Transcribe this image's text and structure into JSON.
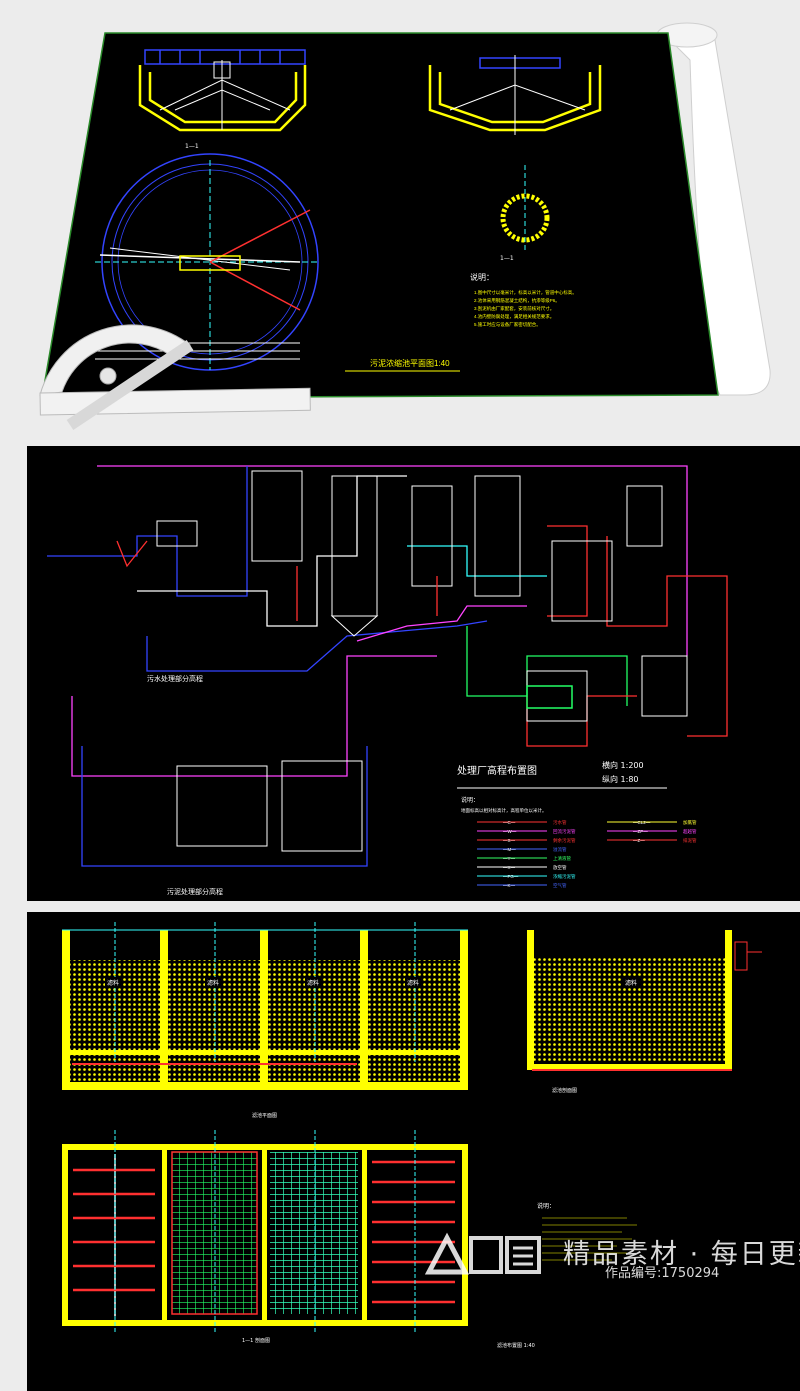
{
  "top_sheet": {
    "title": "污泥浓缩池平面图1:40",
    "section_label_a": "1—1",
    "section_label_b": "1—1",
    "notes_heading": "说明：",
    "notes": [
      "1.图中尺寸以毫米计，标高以米计，管道中心标高。",
      "2.池体采用钢筋混凝土结构，抗渗等级P6。",
      "3.刮泥机由厂家配套，安装前核对尺寸。",
      "4.池内壁防腐处理，满足相关规范要求。",
      "5.施工时应与设备厂家密切配合。"
    ]
  },
  "middle_sheet": {
    "title": "处理厂高程布置图",
    "scale_h": "横向 1:200",
    "scale_v": "纵向 1:80",
    "sub_title_a": "污水处理部分高程",
    "sub_title_b": "污泥处理部分高程",
    "legend_heading": "说明：",
    "legend_note": "地面标高以相对标高计，高程单位以米计。",
    "legend": [
      {
        "code": "—C—",
        "name": "污水管",
        "color": "#ff3333"
      },
      {
        "code": "—W—",
        "name": "回流污泥管",
        "color": "#ff44ff"
      },
      {
        "code": "—S—",
        "name": "剩余污泥管",
        "color": "#ff3333"
      },
      {
        "code": "—M—",
        "name": "溢流管",
        "color": "#4466ff"
      },
      {
        "code": "—Y—",
        "name": "上清液管",
        "color": "#33ff66"
      },
      {
        "code": "—X—",
        "name": "放空管",
        "color": "#ffffff"
      },
      {
        "code": "—FG—",
        "name": "浓缩污泥管",
        "color": "#33ffff"
      },
      {
        "code": "—K—",
        "name": "空气管",
        "color": "#4466ff"
      },
      {
        "code": "—CL2—",
        "name": "加氯管",
        "color": "#ffff33"
      },
      {
        "code": "—ZP—",
        "name": "超越管",
        "color": "#ff44ff"
      },
      {
        "code": "—Z—",
        "name": "排泥管",
        "color": "#ff3333"
      }
    ]
  },
  "bottom_sheet": {
    "section_a_title": "滤池平面图",
    "section_b_title": "滤池剖面图",
    "section_c_title": "1—1 剖面图",
    "plan_title": "滤池布置图 1:40",
    "cell_labels": [
      "滤料",
      "滤料",
      "滤料",
      "滤料",
      "滤料"
    ],
    "notes_heading": "说明："
  },
  "watermark": {
    "line1": "精品素材 · 每日更新",
    "line2": "作品编号:1750294"
  },
  "colors": {
    "page_bg": "#ececec",
    "sheet_bg": "#000000",
    "yellow": "#ffff00",
    "blue": "#3344ff",
    "red": "#ff3030",
    "green": "#22ff66",
    "white": "#ffffff"
  }
}
